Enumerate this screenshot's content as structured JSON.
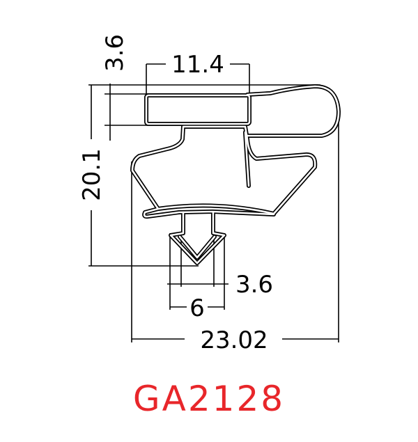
{
  "drawing": {
    "part_code": "GA2128",
    "part_code_color": "#e8262a",
    "dimensions": {
      "top_height": "3.6",
      "top_width": "11.4",
      "overall_height": "20.1",
      "dart_width": "3.6",
      "dart_base_width": "6",
      "overall_width": "23.02"
    }
  }
}
